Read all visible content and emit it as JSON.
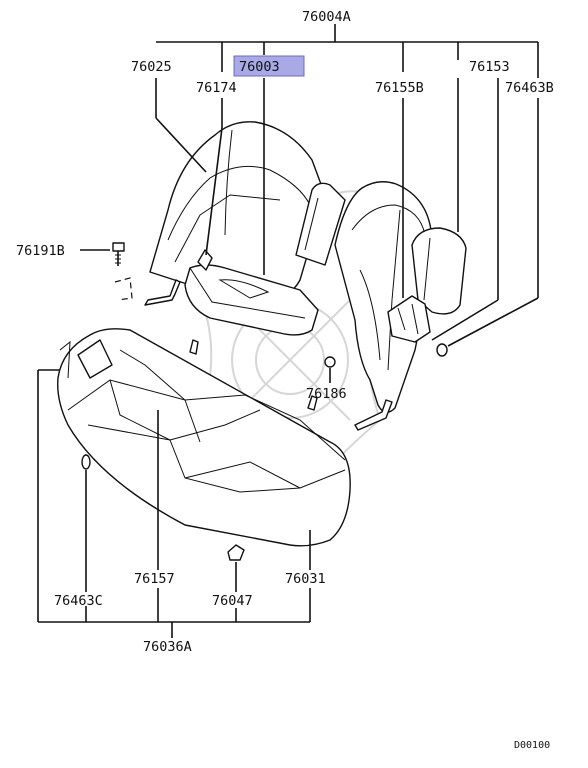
{
  "labels": {
    "top_assembly": "76004A",
    "highlighted_part": "76003",
    "p76025": "76025",
    "p76174": "76174",
    "p76155b": "76155B",
    "p76153": "76153",
    "p76463b": "76463B",
    "p76191b": "76191B",
    "p76186": "76186",
    "p76157": "76157",
    "p76031": "76031",
    "p76463c": "76463C",
    "p76047": "76047",
    "bottom_assembly": "76036A"
  },
  "diagram_code": "D00100",
  "highlight_color": "#a9a9e6"
}
